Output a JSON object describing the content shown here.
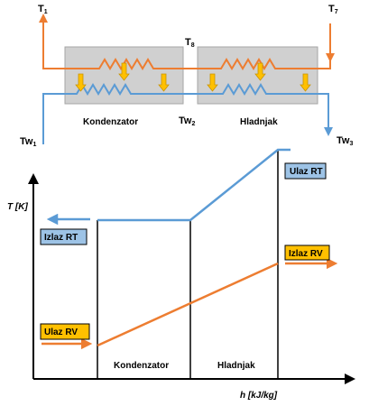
{
  "colors": {
    "orange": "#ED7D31",
    "blue": "#5B9BD5",
    "gray_fill": "#D0D0D0",
    "gray_stroke": "#A6A6A6",
    "arrow_yellow": "#FFC000",
    "arrow_yellow_border": "#C99400",
    "badge_blue": "#9DC3E6",
    "badge_orange": "#FFC000",
    "black": "#000000"
  },
  "schematic": {
    "labels": {
      "t1": "T",
      "t1_sub": "1",
      "t7": "T",
      "t7_sub": "7",
      "t8": "T",
      "t8_sub": "8",
      "tw1": "Tw",
      "tw1_sub": "1",
      "tw2": "Tw",
      "tw2_sub": "2",
      "tw3": "Tw",
      "tw3_sub": "3"
    },
    "condenser_label": "Kondenzator",
    "cooler_label": "Hladnjak",
    "heat_arrows_icon": "down-arrow-icon"
  },
  "graph": {
    "ylabel": "T [K]",
    "xlabel": "h [kJ/kg]",
    "section_labels": [
      "Kondenzator",
      "Hladnjak"
    ],
    "badges": {
      "ulaz_rt": "Ulaz RT",
      "izlaz_rt": "Izlaz RT",
      "izlaz_rv": "Izlaz RV",
      "ulaz_rv": "Ulaz RV"
    }
  }
}
